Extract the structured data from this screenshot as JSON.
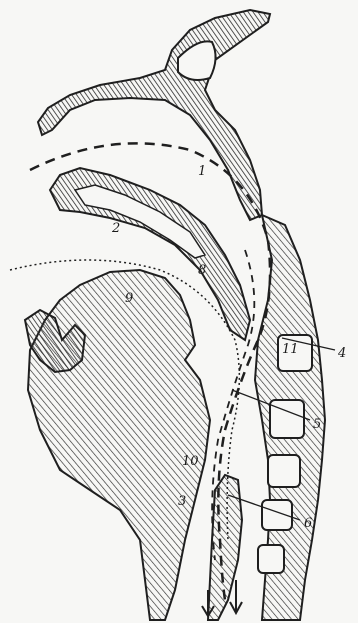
{
  "diagram": {
    "labels": {
      "l1": "1",
      "l2": "2",
      "l3": "3",
      "l4": "4",
      "l5": "5",
      "l6": "6",
      "l8": "8",
      "l9": "9",
      "l10": "10",
      "l11": "11"
    },
    "colors": {
      "ink": "#1f1f1f",
      "paper": "#f7f7f5",
      "hatch": "#2a2a2a"
    }
  }
}
